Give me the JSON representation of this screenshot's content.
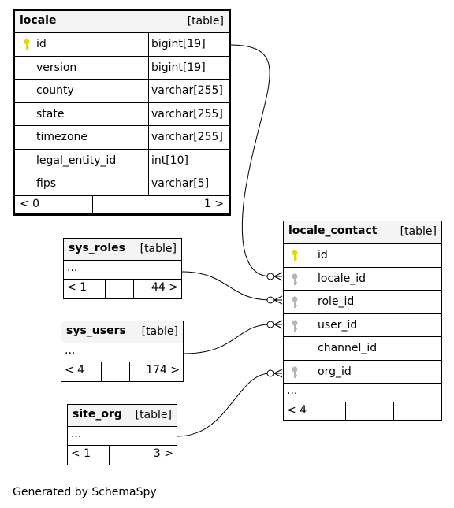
{
  "locale": {
    "name": "locale",
    "kind": "[table]",
    "columns": [
      {
        "name": "id",
        "type": "bigint[19]"
      },
      {
        "name": "version",
        "type": "bigint[19]"
      },
      {
        "name": "county",
        "type": "varchar[255]"
      },
      {
        "name": "state",
        "type": "varchar[255]"
      },
      {
        "name": "timezone",
        "type": "varchar[255]"
      },
      {
        "name": "legal_entity_id",
        "type": "int[10]"
      },
      {
        "name": "fips",
        "type": "varchar[5]"
      }
    ],
    "footer": {
      "left": "< 0",
      "right": "1 >"
    }
  },
  "locale_contact": {
    "name": "locale_contact",
    "kind": "[table]",
    "columns": [
      "id",
      "locale_id",
      "role_id",
      "user_id",
      "channel_id",
      "org_id"
    ],
    "more": "...",
    "footer": {
      "left": "< 4"
    }
  },
  "sys_roles": {
    "name": "sys_roles",
    "kind": "[table]",
    "more": "...",
    "footer": {
      "left": "< 1",
      "right": "44 >"
    }
  },
  "sys_users": {
    "name": "sys_users",
    "kind": "[table]",
    "more": "...",
    "footer": {
      "left": "< 4",
      "right": "174 >"
    }
  },
  "site_org": {
    "name": "site_org",
    "kind": "[table]",
    "more": "...",
    "footer": {
      "left": "< 1",
      "right": "3 >"
    }
  },
  "footer_text": "Generated by SchemaSpy",
  "colors": {
    "primary_key": "#e6d800",
    "foreign_key": "#b5b5b5",
    "header_bg": "#f4f4f4"
  }
}
